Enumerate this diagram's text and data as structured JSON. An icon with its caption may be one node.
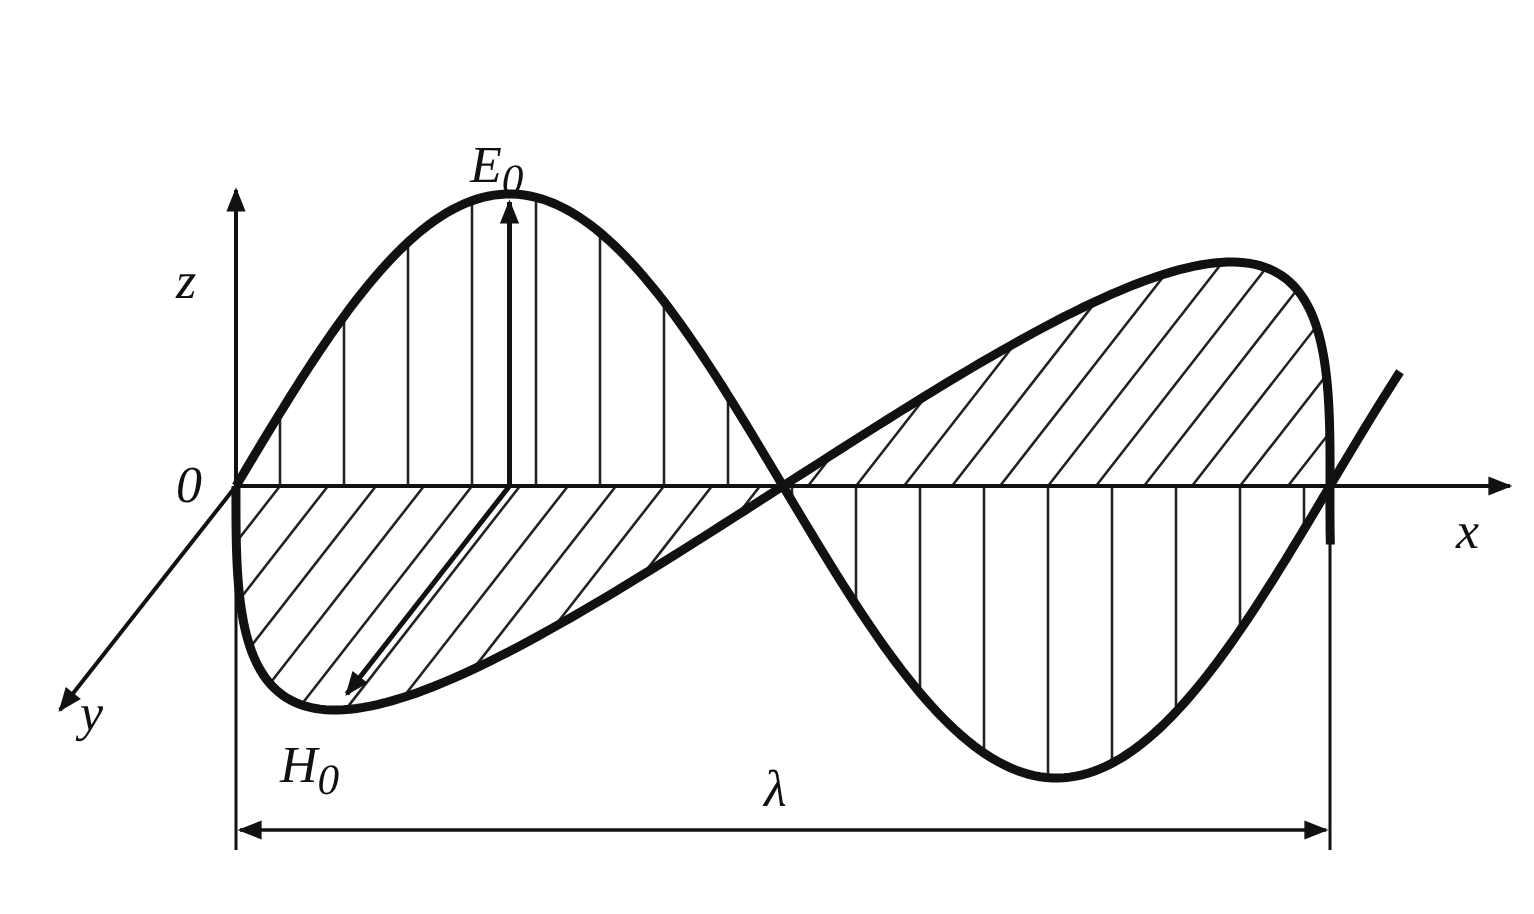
{
  "diagram": {
    "labels": [
      "E$_{0}$",
      "z",
      "0",
      "x",
      "y",
      "H$_{0}$",
      "λ"
    ]
  }
}
